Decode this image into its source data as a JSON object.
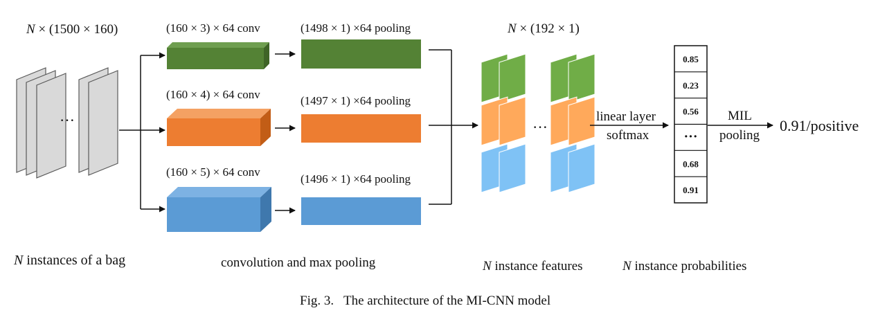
{
  "input": {
    "dims_var": "N",
    "dims_rest": " × (1500 × 160)",
    "ellipsis": "···",
    "caption_var": "N",
    "caption_rest": " instances of a bag"
  },
  "branches": [
    {
      "conv_label": "(160 × 3) × 64 conv",
      "pool_label": "(1498 × 1) ×64 pooling",
      "color": "#548235",
      "light": "#6f9e50",
      "dark": "#3f6427"
    },
    {
      "conv_label": "(160 × 4) × 64 conv",
      "pool_label": "(1497 × 1) ×64 pooling",
      "color": "#ed7d31",
      "light": "#f4a163",
      "dark": "#c25d16"
    },
    {
      "conv_label": "(160 × 5) × 64 conv",
      "pool_label": "(1496 × 1) ×64 pooling",
      "color": "#5b9bd5",
      "light": "#7db2e3",
      "dark": "#3f78ad"
    }
  ],
  "conv_caption": "convolution and max pooling",
  "features": {
    "dims_var": "N",
    "dims_rest": " × (192 × 1)",
    "ellipsis": "···",
    "caption_var": "N",
    "caption_rest": " instance features",
    "colors": [
      "#70ad47",
      "#ffa95b",
      "#7fc2f5"
    ]
  },
  "linear": {
    "line1": "linear layer",
    "line2": "softmax"
  },
  "probabilities": {
    "cells": [
      "0.85",
      "0.23",
      "0.56",
      "···",
      "0.68",
      "0.91"
    ],
    "caption_var": "N",
    "caption_rest": " instance probabilities"
  },
  "mil": {
    "line1": "MIL",
    "line2": "pooling"
  },
  "output": "0.91/positive",
  "figure_caption": "Fig. 3.   The architecture of the MI-CNN model"
}
